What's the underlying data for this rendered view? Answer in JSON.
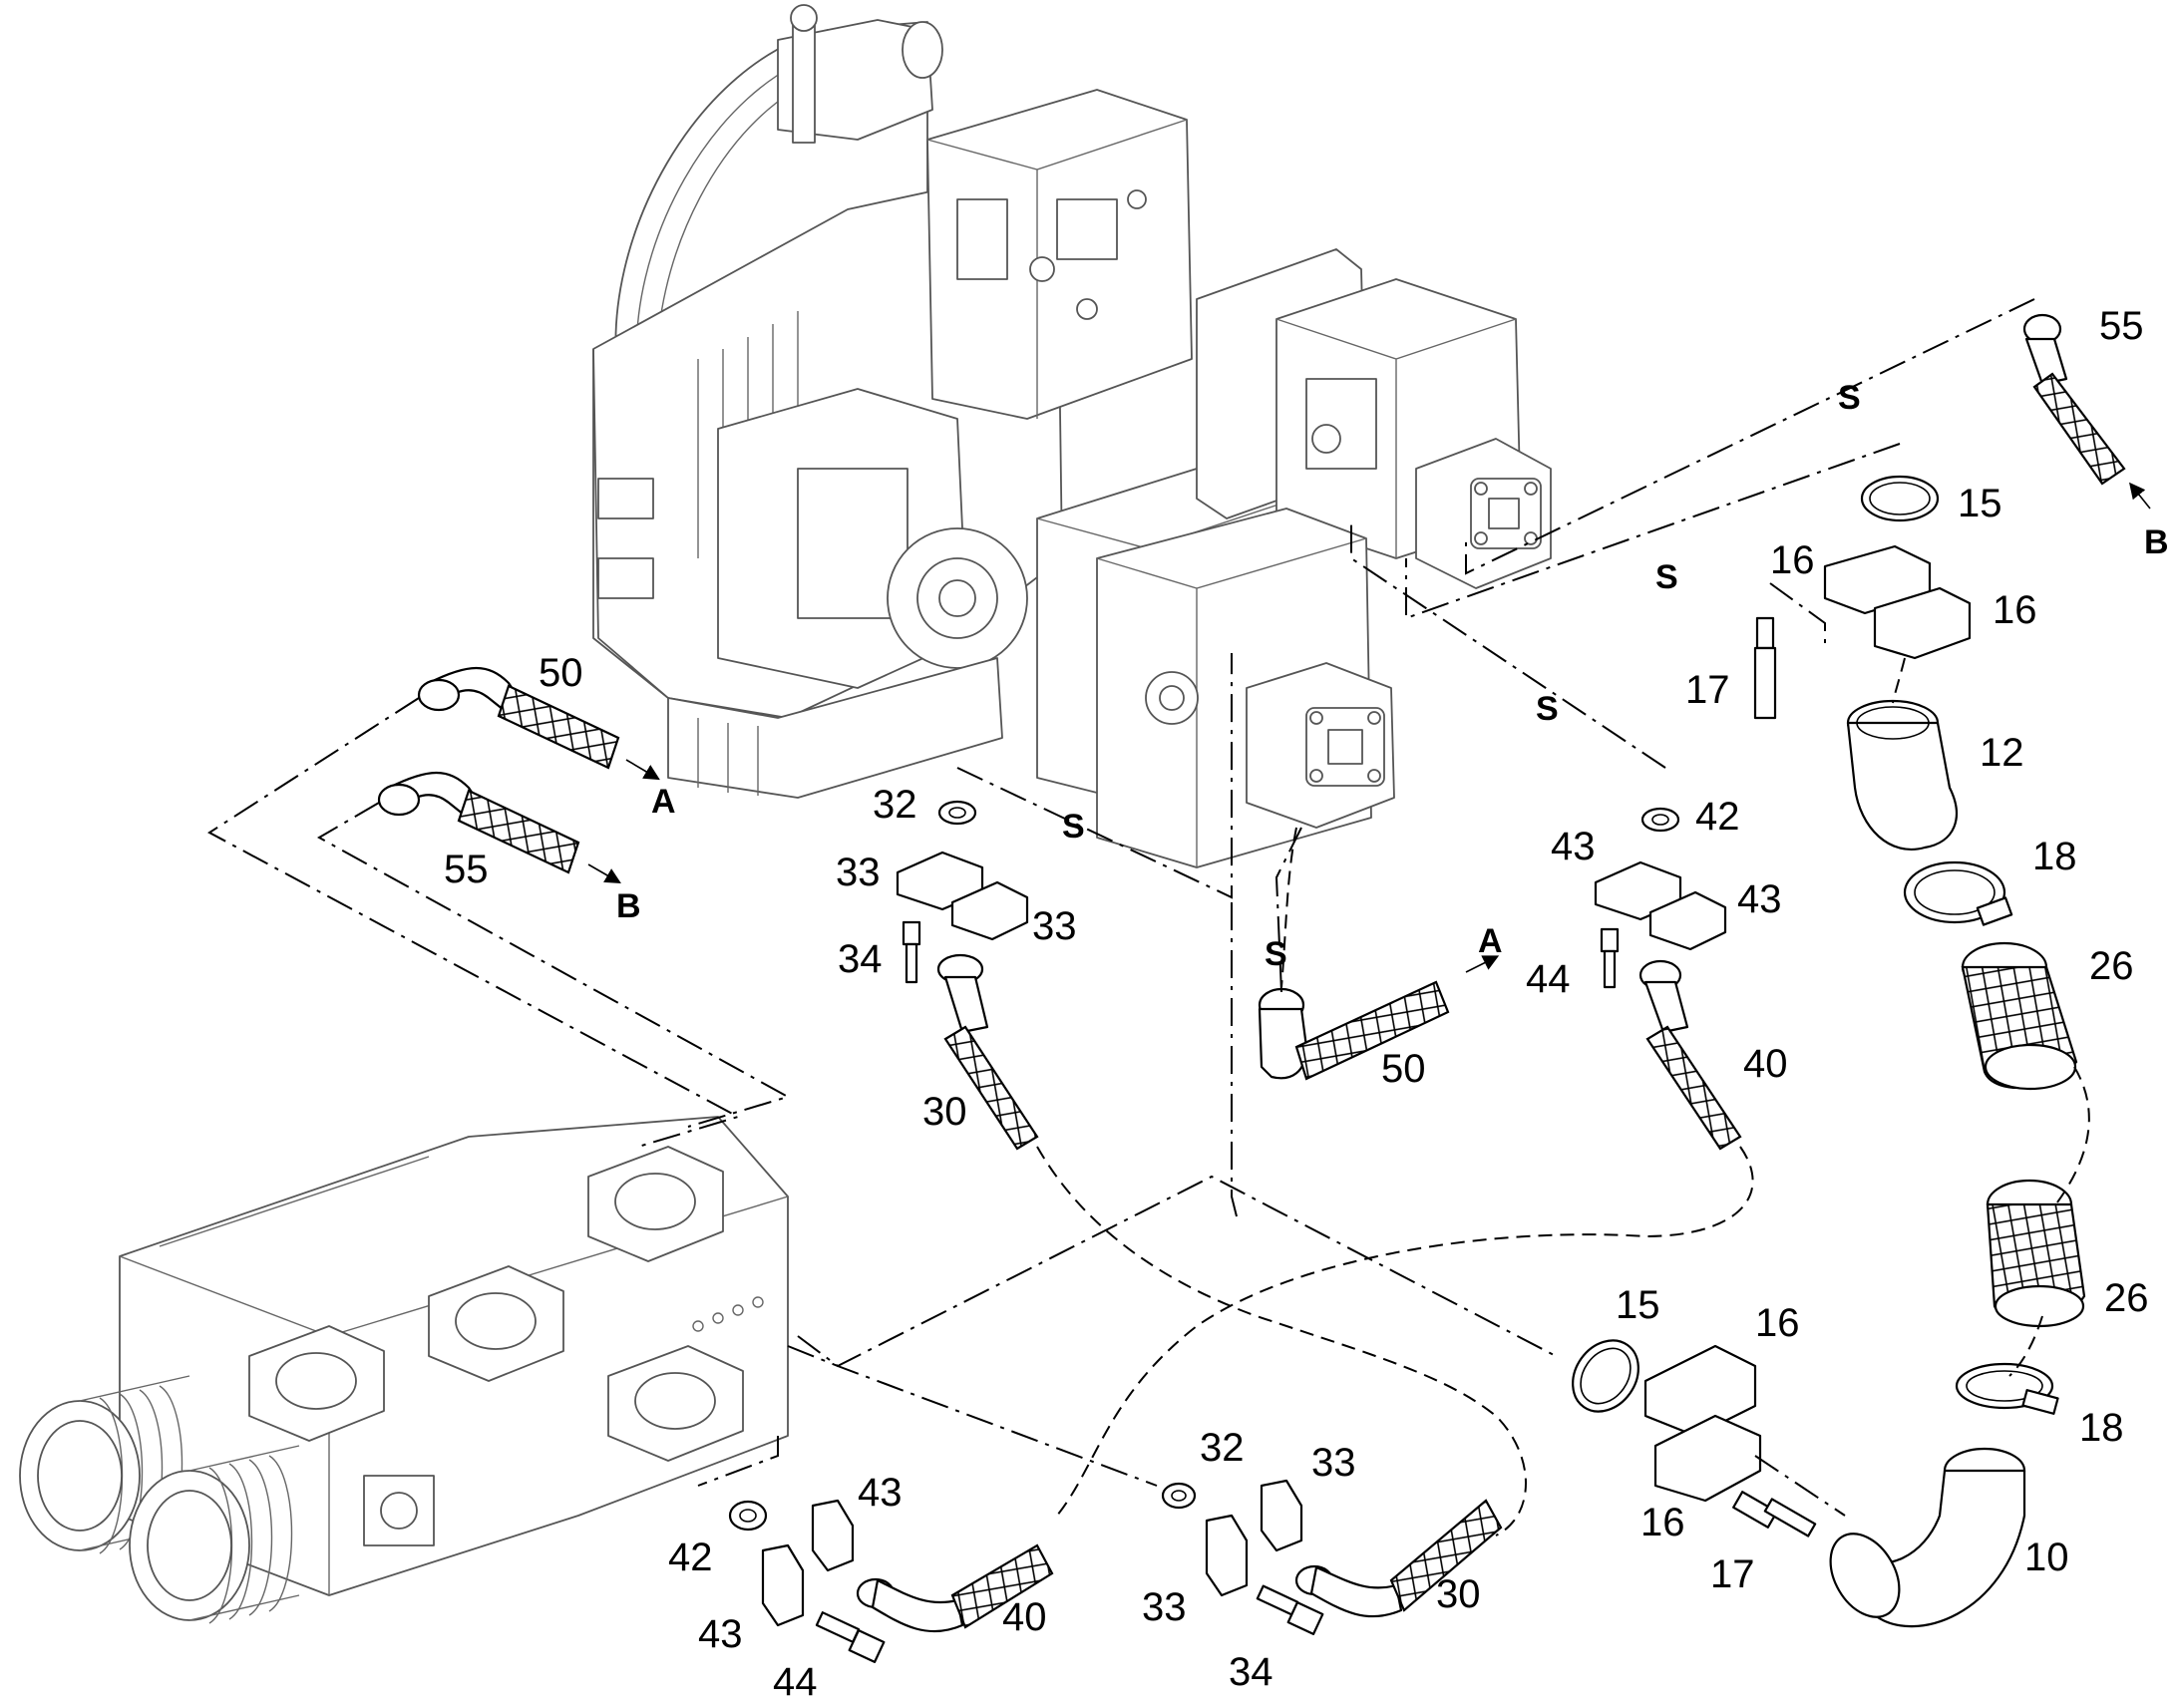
{
  "part_labels": {
    "p50_top": "50",
    "p55_left": "55",
    "p50_mid": "50",
    "p55_right": "55",
    "p32_top": "32",
    "p33_top_a": "33",
    "p33_top_b": "33",
    "p34_top": "34",
    "p30_top": "30",
    "p42_top": "42",
    "p43_top_a": "43",
    "p43_top_b": "43",
    "p44_top": "44",
    "p40_top": "40",
    "p15_top": "15",
    "p16_top_a": "16",
    "p16_top_b": "16",
    "p17_top": "17",
    "p12": "12",
    "p18_top": "18",
    "p26_top": "26",
    "p26_bot": "26",
    "p18_bot": "18",
    "p15_bot": "15",
    "p16_bot_a": "16",
    "p16_bot_b": "16",
    "p17_bot": "17",
    "p10": "10",
    "p42_bot": "42",
    "p43_bot_a": "43",
    "p43_bot_b": "43",
    "p44_bot": "44",
    "p40_bot": "40",
    "p32_bot": "32",
    "p33_bot_a": "33",
    "p33_bot_b": "33",
    "p34_bot": "34",
    "p30_bot": "30"
  },
  "connection_labels": {
    "A_left": "A",
    "B_left": "B",
    "A_mid": "A",
    "B_right": "B",
    "S_1": "S",
    "S_2": "S",
    "S_3": "S",
    "S_4": "S",
    "S_5": "S"
  }
}
